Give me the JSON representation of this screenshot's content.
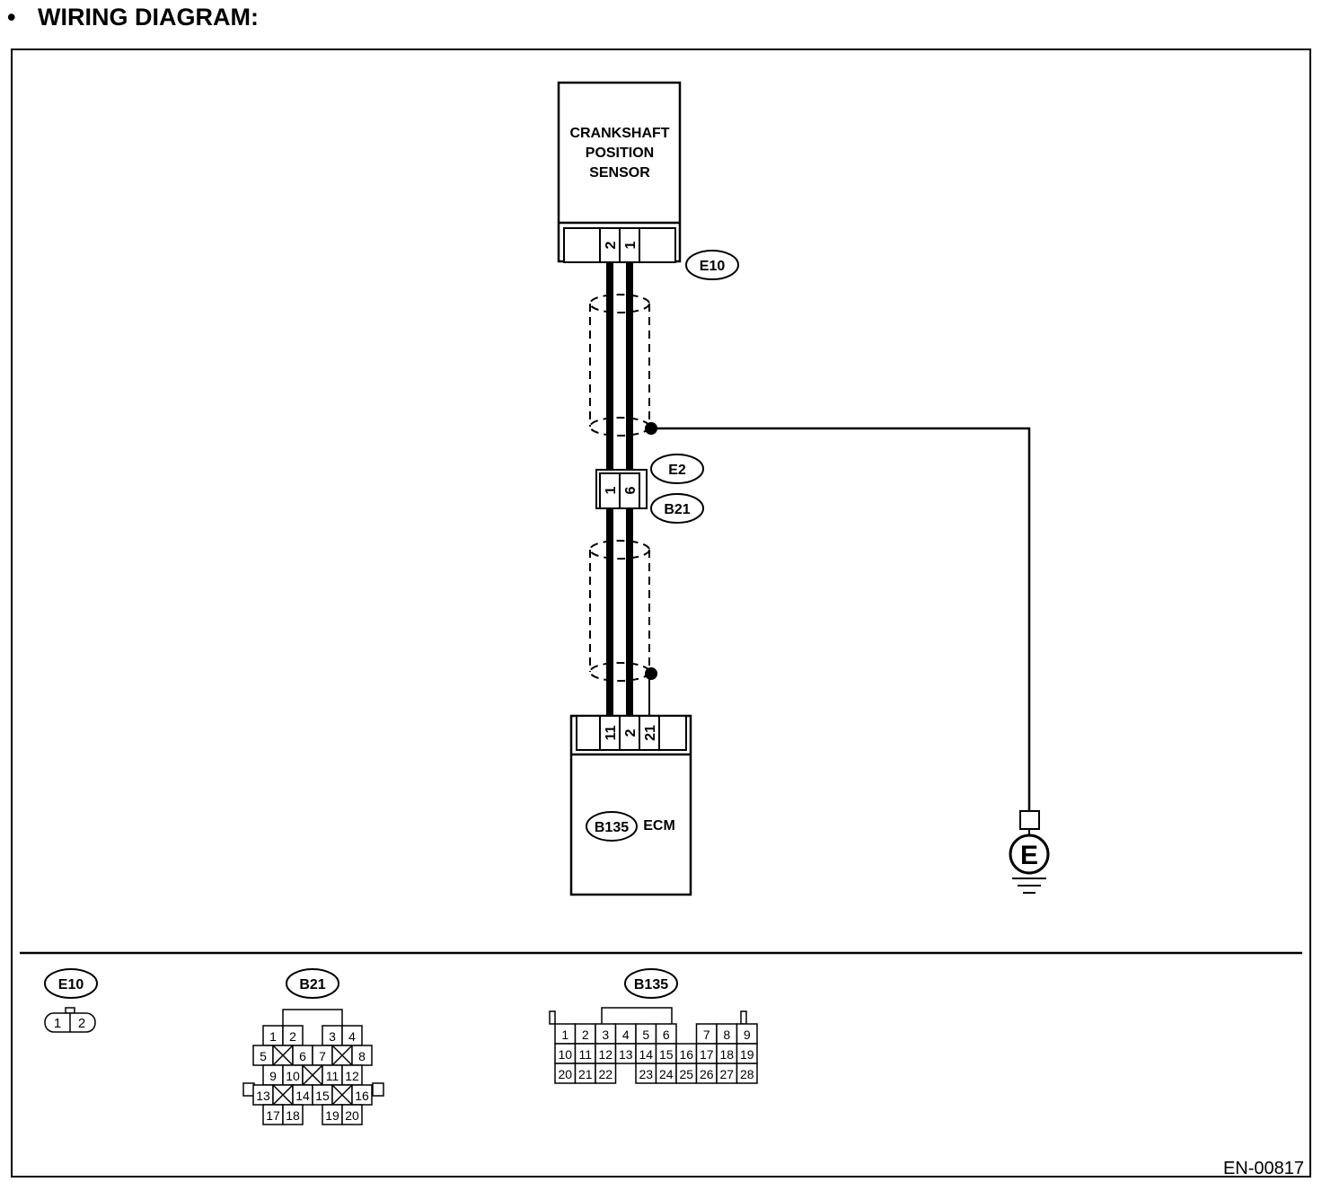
{
  "heading": {
    "bullet": "•",
    "title": "WIRING DIAGRAM:"
  },
  "sensor": {
    "line1": "CRANKSHAFT",
    "line2": "POSITION",
    "line3": "SENSOR",
    "connector": "E10",
    "pins": [
      "2",
      "1"
    ]
  },
  "joint": {
    "connector_top": "E2",
    "connector_bottom": "B21",
    "pins": [
      "1",
      "6"
    ]
  },
  "ecm": {
    "connector": "B135",
    "label": "ECM",
    "pins": [
      "11",
      "2",
      "21"
    ]
  },
  "ground": {
    "symbol": "E"
  },
  "connector_views": {
    "e10": {
      "label": "E10",
      "pins": [
        "1",
        "2"
      ]
    },
    "b21": {
      "label": "B21",
      "rows": [
        [
          "1",
          "2",
          "",
          "3",
          "4"
        ],
        [
          "5",
          "",
          "6",
          "7",
          "",
          "8"
        ],
        [
          "9",
          "10",
          "",
          "11",
          "12"
        ],
        [
          "13",
          "",
          "14",
          "15",
          "",
          "16"
        ],
        [
          "17",
          "18",
          "",
          "19",
          "20"
        ]
      ]
    },
    "b135": {
      "label": "B135",
      "rows": [
        [
          "1",
          "2",
          "3",
          "4",
          "5",
          "6",
          "",
          "7",
          "8",
          "9"
        ],
        [
          "10",
          "11",
          "12",
          "13",
          "14",
          "15",
          "16",
          "17",
          "18",
          "19"
        ],
        [
          "20",
          "21",
          "22",
          "",
          "23",
          "24",
          "25",
          "26",
          "27",
          "28"
        ]
      ]
    }
  },
  "figure_code": "EN-00817"
}
